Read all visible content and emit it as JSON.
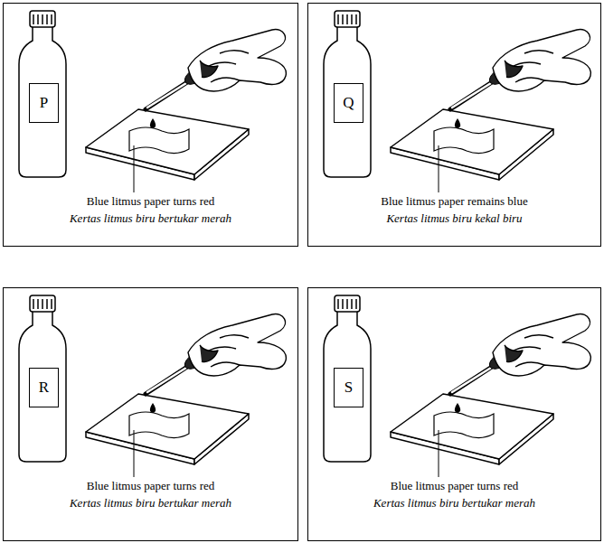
{
  "diagram": {
    "nodes": [
      {
        "text": [
          "Blue litmus paper turns red",
          "Kertas litmus biru bertukar merah"
        ]
      },
      {
        "text": [
          "P"
        ],
        "in": 0
      },
      {
        "text": [
          "Blue litmus paper remains blue",
          "Kertas litmus biru kekal biru"
        ]
      },
      {
        "text": [
          "Q"
        ],
        "in": 2
      },
      {
        "text": [
          "Blue litmus paper turns red",
          "Kertas litmus biru bertukar merah"
        ]
      },
      {
        "text": [
          "R"
        ],
        "in": 4
      },
      {
        "text": [
          "Blue litmus paper turns red",
          "Kertas litmus biru bertukar merah"
        ]
      },
      {
        "text": [
          "S"
        ],
        "in": 6
      }
    ]
  }
}
